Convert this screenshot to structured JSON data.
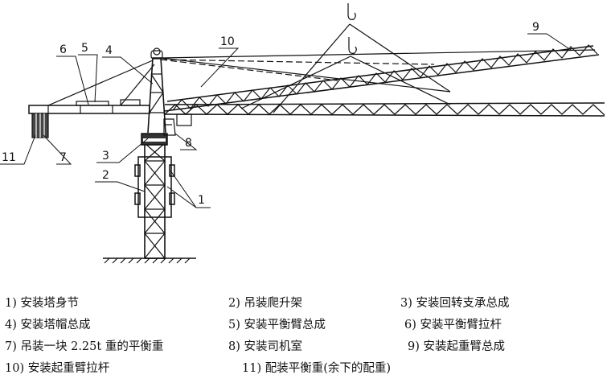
{
  "diagram": {
    "callouts": [
      "1",
      "2",
      "3",
      "4",
      "5",
      "6",
      "7",
      "8",
      "9",
      "10",
      "11"
    ]
  },
  "legend": [
    "1)  安装塔身节",
    "2)  吊装爬升架",
    "3)  安装回转支承总成",
    "4)  安装塔帽总成",
    "5)  安装平衡臂总成",
    "6)  安装平衡臂拉杆",
    "7)  吊装一块 2.25t 重的平衡重",
    "8)  安装司机室",
    "9)  安装起重臂总成",
    "10)  安装起重臂拉杆",
    "11)  配装平衡重(余下的配重)"
  ]
}
